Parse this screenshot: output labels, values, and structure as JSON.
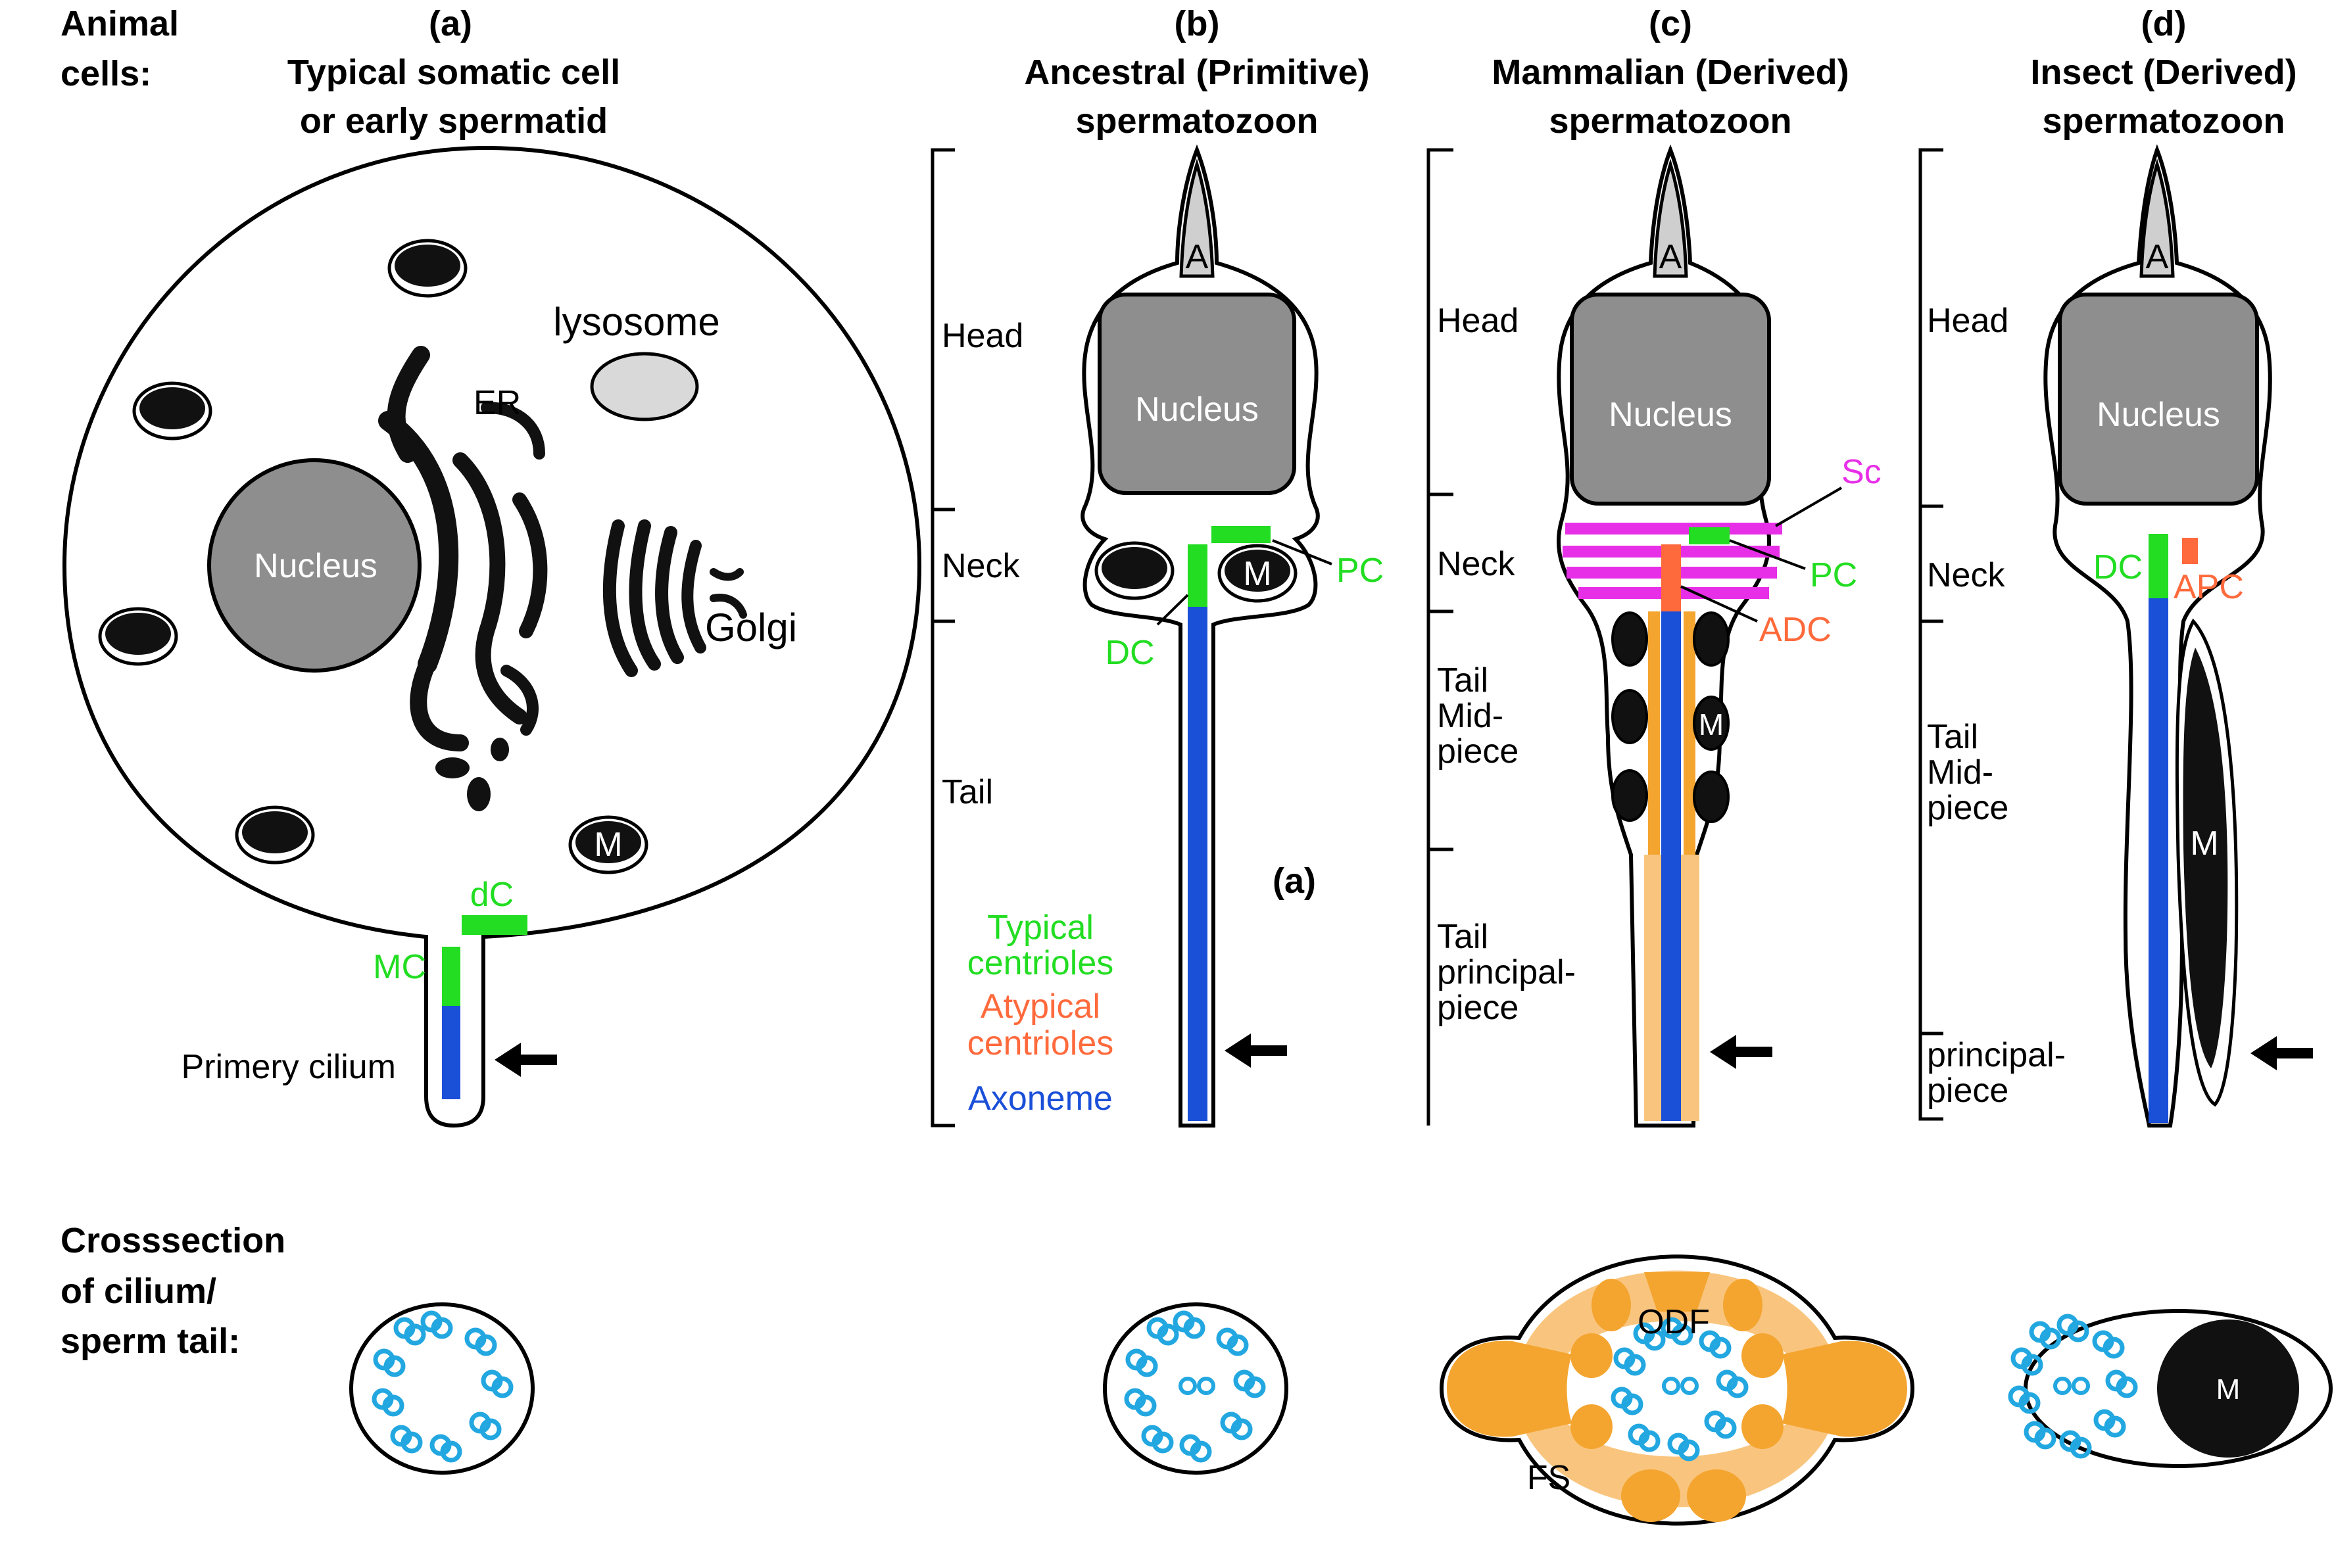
{
  "colors": {
    "typical_centriole": "#22dd22",
    "atypical_centriole": "#ff6a3c",
    "axoneme": "#1a4fd8",
    "striated_columns": "#e82fe8",
    "outer_dense_fibers": "#f4a530",
    "fibrous_sheath": "#f9c57e",
    "microtubule": "#22a7e0",
    "nucleus": "#8e8e8e",
    "organelle_dark": "#111111"
  },
  "row_labels": {
    "animal_cells_1": "Animal",
    "animal_cells_2": "cells:",
    "cross_1": "Crosssection",
    "cross_2": "of cilium/",
    "cross_3": "sperm tail:"
  },
  "panel_a": {
    "letter": "(a)",
    "title_1": "Typical somatic cell",
    "title_2": "or early spermatid",
    "nucleus": "Nucleus",
    "er": "ER",
    "lysosome": "lysosome",
    "golgi": "Golgi",
    "mito": "M",
    "dc": "dC",
    "mc": "MC",
    "cilium": "Primery cilium"
  },
  "panel_b": {
    "letter": "(b)",
    "title_1": "Ancestral (Primitive)",
    "title_2": "spermatozoon",
    "head": "Head",
    "neck": "Neck",
    "tail": "Tail",
    "acrosome": "A",
    "nucleus": "Nucleus",
    "mito": "M",
    "pc": "PC",
    "dc": "DC",
    "arrow_ref": "(a)"
  },
  "legend": {
    "typical_1": "Typical",
    "typical_2": "centrioles",
    "atypical_1": "Atypical",
    "atypical_2": "centrioles",
    "axoneme": "Axoneme"
  },
  "panel_c": {
    "letter": "(c)",
    "title_1": "Mammalian (Derived)",
    "title_2": "spermatozoon",
    "head": "Head",
    "neck": "Neck",
    "mid_1": "Tail",
    "mid_2": "Mid-",
    "mid_3": "piece",
    "prin_1": "Tail",
    "prin_2": "principal-",
    "prin_3": "piece",
    "acrosome": "A",
    "nucleus": "Nucleus",
    "sc": "Sc",
    "pc": "PC",
    "adc": "ADC",
    "mito": "M",
    "odf": "ODF",
    "fs": "FS"
  },
  "panel_d": {
    "letter": "(d)",
    "title_1": "Insect (Derived)",
    "title_2": "spermatozoon",
    "head": "Head",
    "neck": "Neck",
    "mid_1": "Tail",
    "mid_2": "Mid-",
    "mid_3": "piece",
    "prin_1": "principal-",
    "prin_2": "piece",
    "acrosome": "A",
    "nucleus": "Nucleus",
    "dc": "DC",
    "apc": "APC",
    "mito": "M",
    "cross_mito": "M"
  }
}
